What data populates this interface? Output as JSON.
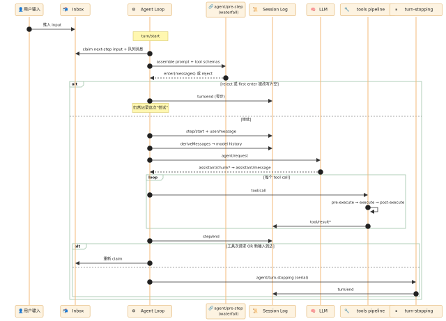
{
  "participants": [
    {
      "id": "user",
      "icon": "👤",
      "icon_name": "person-icon",
      "label": "用户输入",
      "label2": ""
    },
    {
      "id": "inbox",
      "icon": "📬",
      "icon_name": "inbox-icon",
      "label": "Inbox",
      "label2": ""
    },
    {
      "id": "loop",
      "icon": "⚙",
      "icon_name": "gear-icon",
      "label": "Agent Loop",
      "label2": ""
    },
    {
      "id": "pre",
      "icon": "🔗",
      "icon_name": "link-icon",
      "label": "agent/pre-step",
      "label2": "(waterfall)"
    },
    {
      "id": "log",
      "icon": "📜",
      "icon_name": "scroll-icon",
      "label": "Session Log",
      "label2": ""
    },
    {
      "id": "llm",
      "icon": "🧠",
      "icon_name": "brain-icon",
      "label": "LLM",
      "label2": ""
    },
    {
      "id": "tools",
      "icon": "🔧",
      "icon_name": "wrench-icon",
      "label": "tools pipeline",
      "label2": ""
    },
    {
      "id": "stop",
      "icon": "⏸",
      "icon_name": "pause-icon",
      "label": "turn-stopping",
      "label2": ""
    }
  ],
  "notes": {
    "turn_start": "turn/start",
    "still_record": "仍然记录这次\"尝试\""
  },
  "messages": [
    {
      "n": "1",
      "text": "推入 input"
    },
    {
      "n": "2",
      "text": "claim next-step input + 队列消息"
    },
    {
      "n": "3",
      "text": "assemble prompt + tool schemas"
    },
    {
      "n": "4",
      "text": "enter(messages) 或 reject"
    },
    {
      "n": "5",
      "text": "turn/end (零步)"
    },
    {
      "n": "6",
      "text": "step/start + user/message"
    },
    {
      "n": "7",
      "text": "deriveMessages → model history"
    },
    {
      "n": "8",
      "text": "agent/request"
    },
    {
      "n": "9",
      "text": "assistant/chunk* → assistant/message"
    },
    {
      "n": "10",
      "text": "tool/call"
    },
    {
      "n": "11",
      "text": "pre-execute → execute → post-execute"
    },
    {
      "n": "12",
      "text": "tool/result*"
    },
    {
      "n": "13",
      "text": "step/end"
    },
    {
      "n": "14",
      "text": "重新 claim"
    },
    {
      "n": "15",
      "text": "agent/turn-stopping (serial)"
    },
    {
      "n": "16",
      "text": "turn/end"
    }
  ],
  "fragments": {
    "alt1": {
      "keyword": "alt",
      "guard": "[reject 或 first enter 被改写为空]",
      "else_guard": "[继续]"
    },
    "loop": {
      "keyword": "loop",
      "guard": "[每个 tool call]"
    },
    "alt2": {
      "keyword": "alt",
      "guard": "[工具次请求 OR 新输入到达]"
    }
  },
  "colors": {
    "lifeline": "#f3b97a",
    "participant_fill": "#fdf3e1",
    "participant_border": "#e8c38c",
    "note_fill": "#fff7b0",
    "frame_border": "#9fc4a9",
    "arrow": "#333333",
    "badge": "#222222"
  }
}
